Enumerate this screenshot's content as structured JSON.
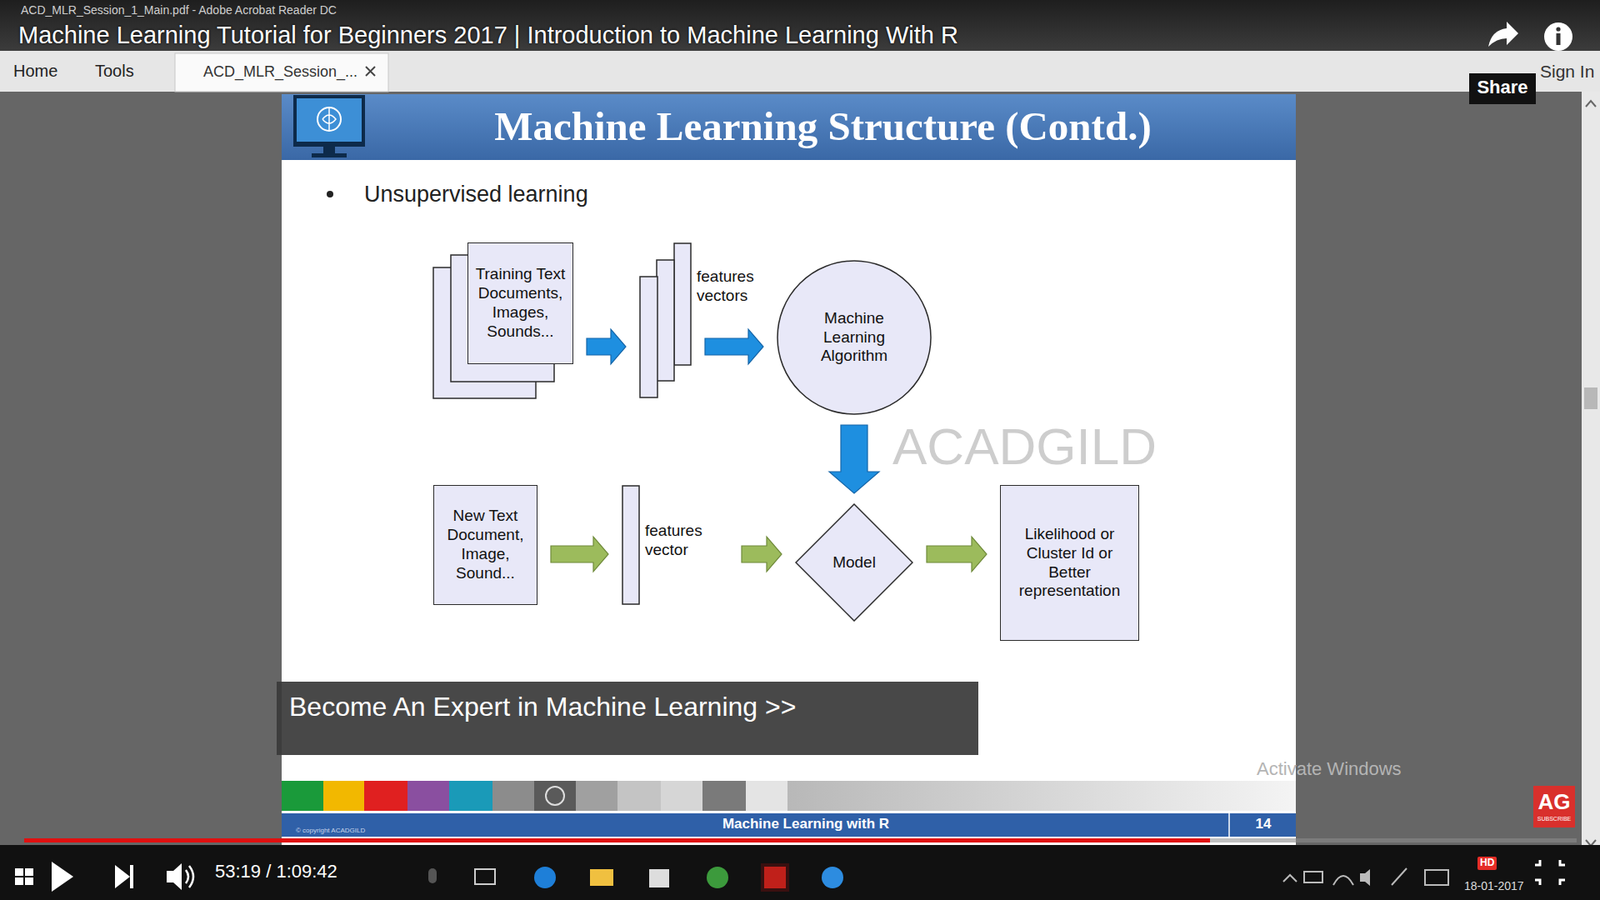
{
  "diagram": {
    "title": "Machine Learning Structure (Contd.)",
    "nodes": [
      {
        "text": [
          "Training Text Documents, Images, Sounds..."
        ]
      },
      {
        "text": [
          "features vectors"
        ]
      },
      {
        "text": [
          "Machine Learning Algorithm"
        ]
      },
      {
        "text": [
          "New Text Document, Image, Sound..."
        ]
      },
      {
        "text": [
          "features vector"
        ]
      },
      {
        "text": [
          "Model"
        ]
      },
      {
        "text": [
          "Likelihood or Cluster Id or Better representation"
        ]
      }
    ],
    "edges": [
      {
        "from": 0,
        "to": 1,
        "arrow": "to"
      },
      {
        "from": 1,
        "to": 2,
        "arrow": "to"
      },
      {
        "from": 2,
        "to": 5,
        "arrow": "to"
      },
      {
        "from": 3,
        "to": 4,
        "arrow": "to"
      },
      {
        "from": 4,
        "to": 5,
        "arrow": "to"
      },
      {
        "from": 5,
        "to": 6,
        "arrow": "to"
      }
    ],
    "labels": [
      "ACD_MLR_Session_1_Main.pdf - Adobe Acrobat Reader DC",
      "Machine Learning Tutorial for Beginners 2017 | Introduction to Machine Learning With R",
      "Home",
      "Tools",
      "ACD_MLR_Session_...",
      "Share",
      "Sign In",
      "Unsupervised learning",
      "ACADGILD",
      "Become An Expert in Machine Learning >>",
      "Activate Windows",
      "© copyright ACADGILD",
      "Machine Learning with R",
      "14",
      "53:19 / 1:09:42",
      "HD",
      "18-01-2017",
      "AG",
      "SUBSCRIBE"
    ]
  }
}
